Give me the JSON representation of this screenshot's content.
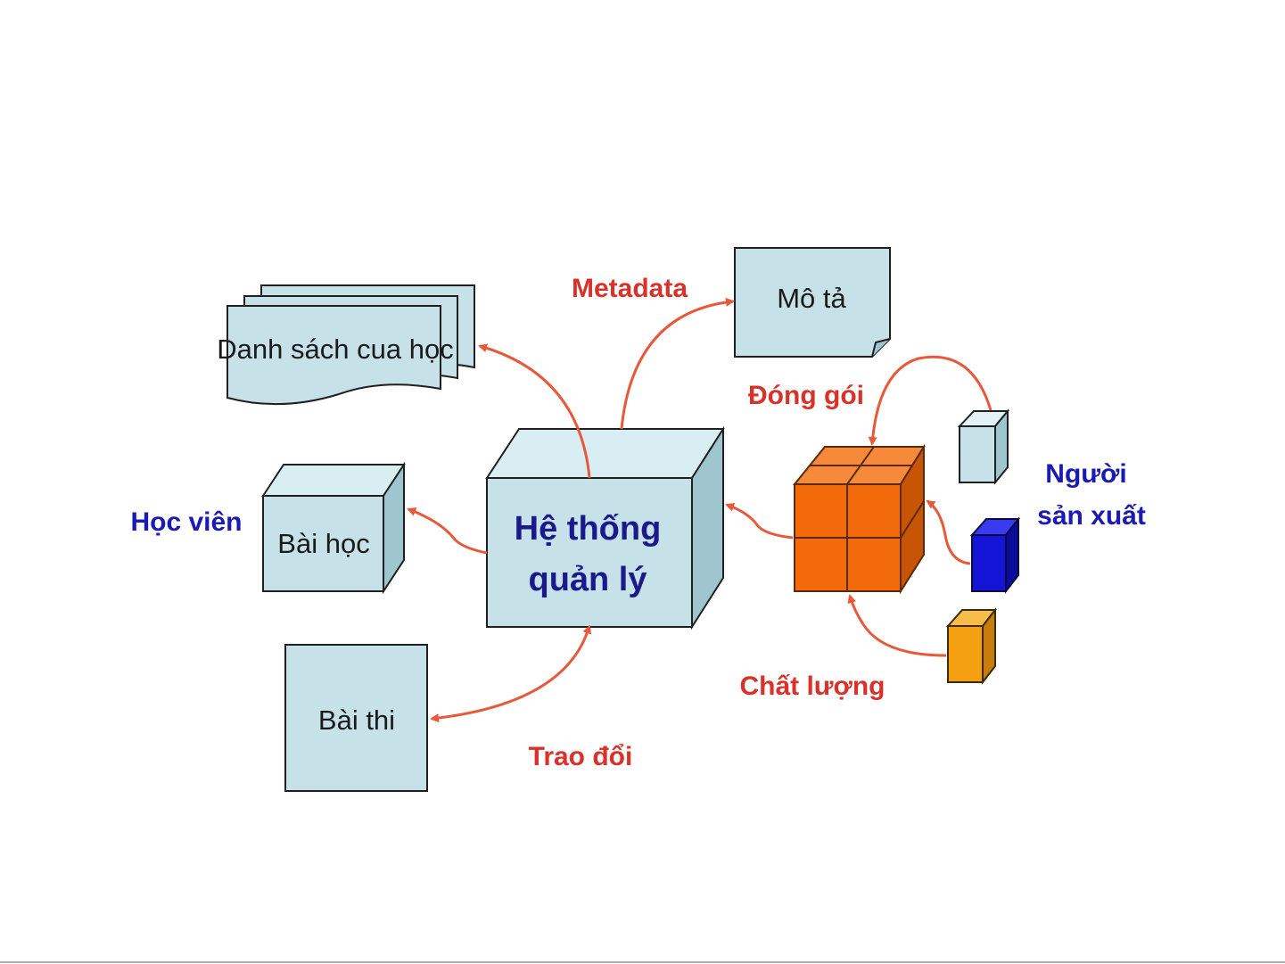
{
  "colors": {
    "shape_fill": "#c6e2e8",
    "shape_stroke": "#1f1f1f",
    "arrow": "#e8583a",
    "label_red": "#d8322a",
    "label_blue": "#1a1ab4",
    "cube_orange": "#f26a0a",
    "cube_small_blue": "#1414d6",
    "cube_small_yellow": "#f5a010",
    "cube_small_light": "#c6e2e8"
  },
  "nodes": {
    "danh_sach": "Danh sách cua học",
    "mo_ta": "Mô tả",
    "bai_hoc": "Bài học",
    "bai_thi": "Bài thi",
    "he_thong_line1": "Hệ thống",
    "he_thong_line2": "quản lý"
  },
  "labels": {
    "metadata": "Metadata",
    "dong_goi": "Đóng gói",
    "hoc_vien": "Học viên",
    "nguoi_san_xuat_line1": "Người",
    "nguoi_san_xuat_line2": "sản xuất",
    "chat_luong": "Chất lượng",
    "trao_doi": "Trao đổi"
  }
}
